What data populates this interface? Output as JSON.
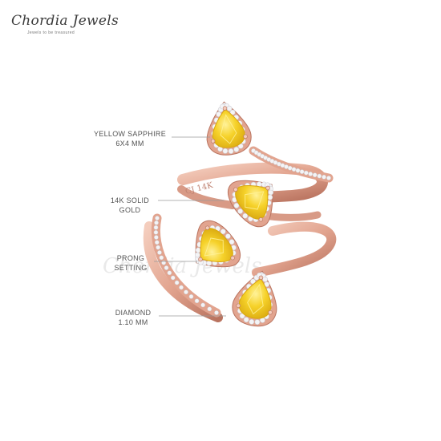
{
  "brand": {
    "name": "Chordia Jewels",
    "tagline": "Jewels to be treasured"
  },
  "callouts": {
    "sapphire": {
      "line1": "YELLOW SAPPHIRE",
      "line2": "6X4 MM"
    },
    "gold": {
      "line1": "14K SOLID",
      "line2": "GOLD"
    },
    "prong": {
      "line1": "PRONG",
      "line2": "SETTING"
    },
    "diamond": {
      "line1": "DIAMOND",
      "line2": "1.10 MM"
    }
  },
  "ring_engraving": "CJ 14K",
  "watermark": "Chordia Jewels",
  "colors": {
    "rose_gold": "#e2a48f",
    "rose_gold_dark": "#b9735f",
    "rose_gold_light": "#f4cdbd",
    "sapphire_yellow": "#f6d22a",
    "sapphire_light": "#fff29a",
    "sapphire_dark": "#d9a80f",
    "diamond": "#f4f4f6",
    "leader_line": "#9a9a9a",
    "label_text": "#555555"
  }
}
